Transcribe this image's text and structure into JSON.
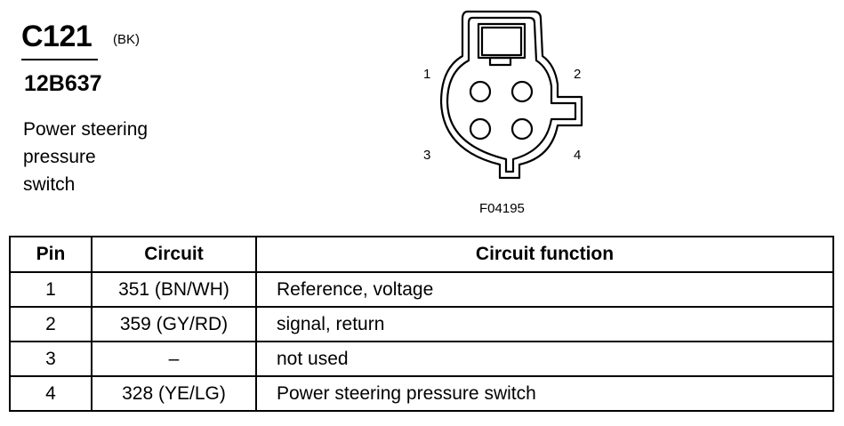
{
  "connector": {
    "id": "C121",
    "color_code": "(BK)",
    "part_number": "12B637",
    "description_lines": [
      "Power steering",
      "pressure",
      "switch"
    ]
  },
  "diagram": {
    "pin_labels": [
      "1",
      "2",
      "3",
      "4"
    ],
    "figure_id": "F04195"
  },
  "table": {
    "headers": [
      "Pin",
      "Circuit",
      "Circuit function"
    ],
    "rows": [
      {
        "pin": "1",
        "circuit": "351 (BN/WH)",
        "function": "Reference, voltage"
      },
      {
        "pin": "2",
        "circuit": "359 (GY/RD)",
        "function": "signal, return"
      },
      {
        "pin": "3",
        "circuit": "–",
        "function": "not used"
      },
      {
        "pin": "4",
        "circuit": "328 (YE/LG)",
        "function": "Power steering pressure switch"
      }
    ]
  }
}
